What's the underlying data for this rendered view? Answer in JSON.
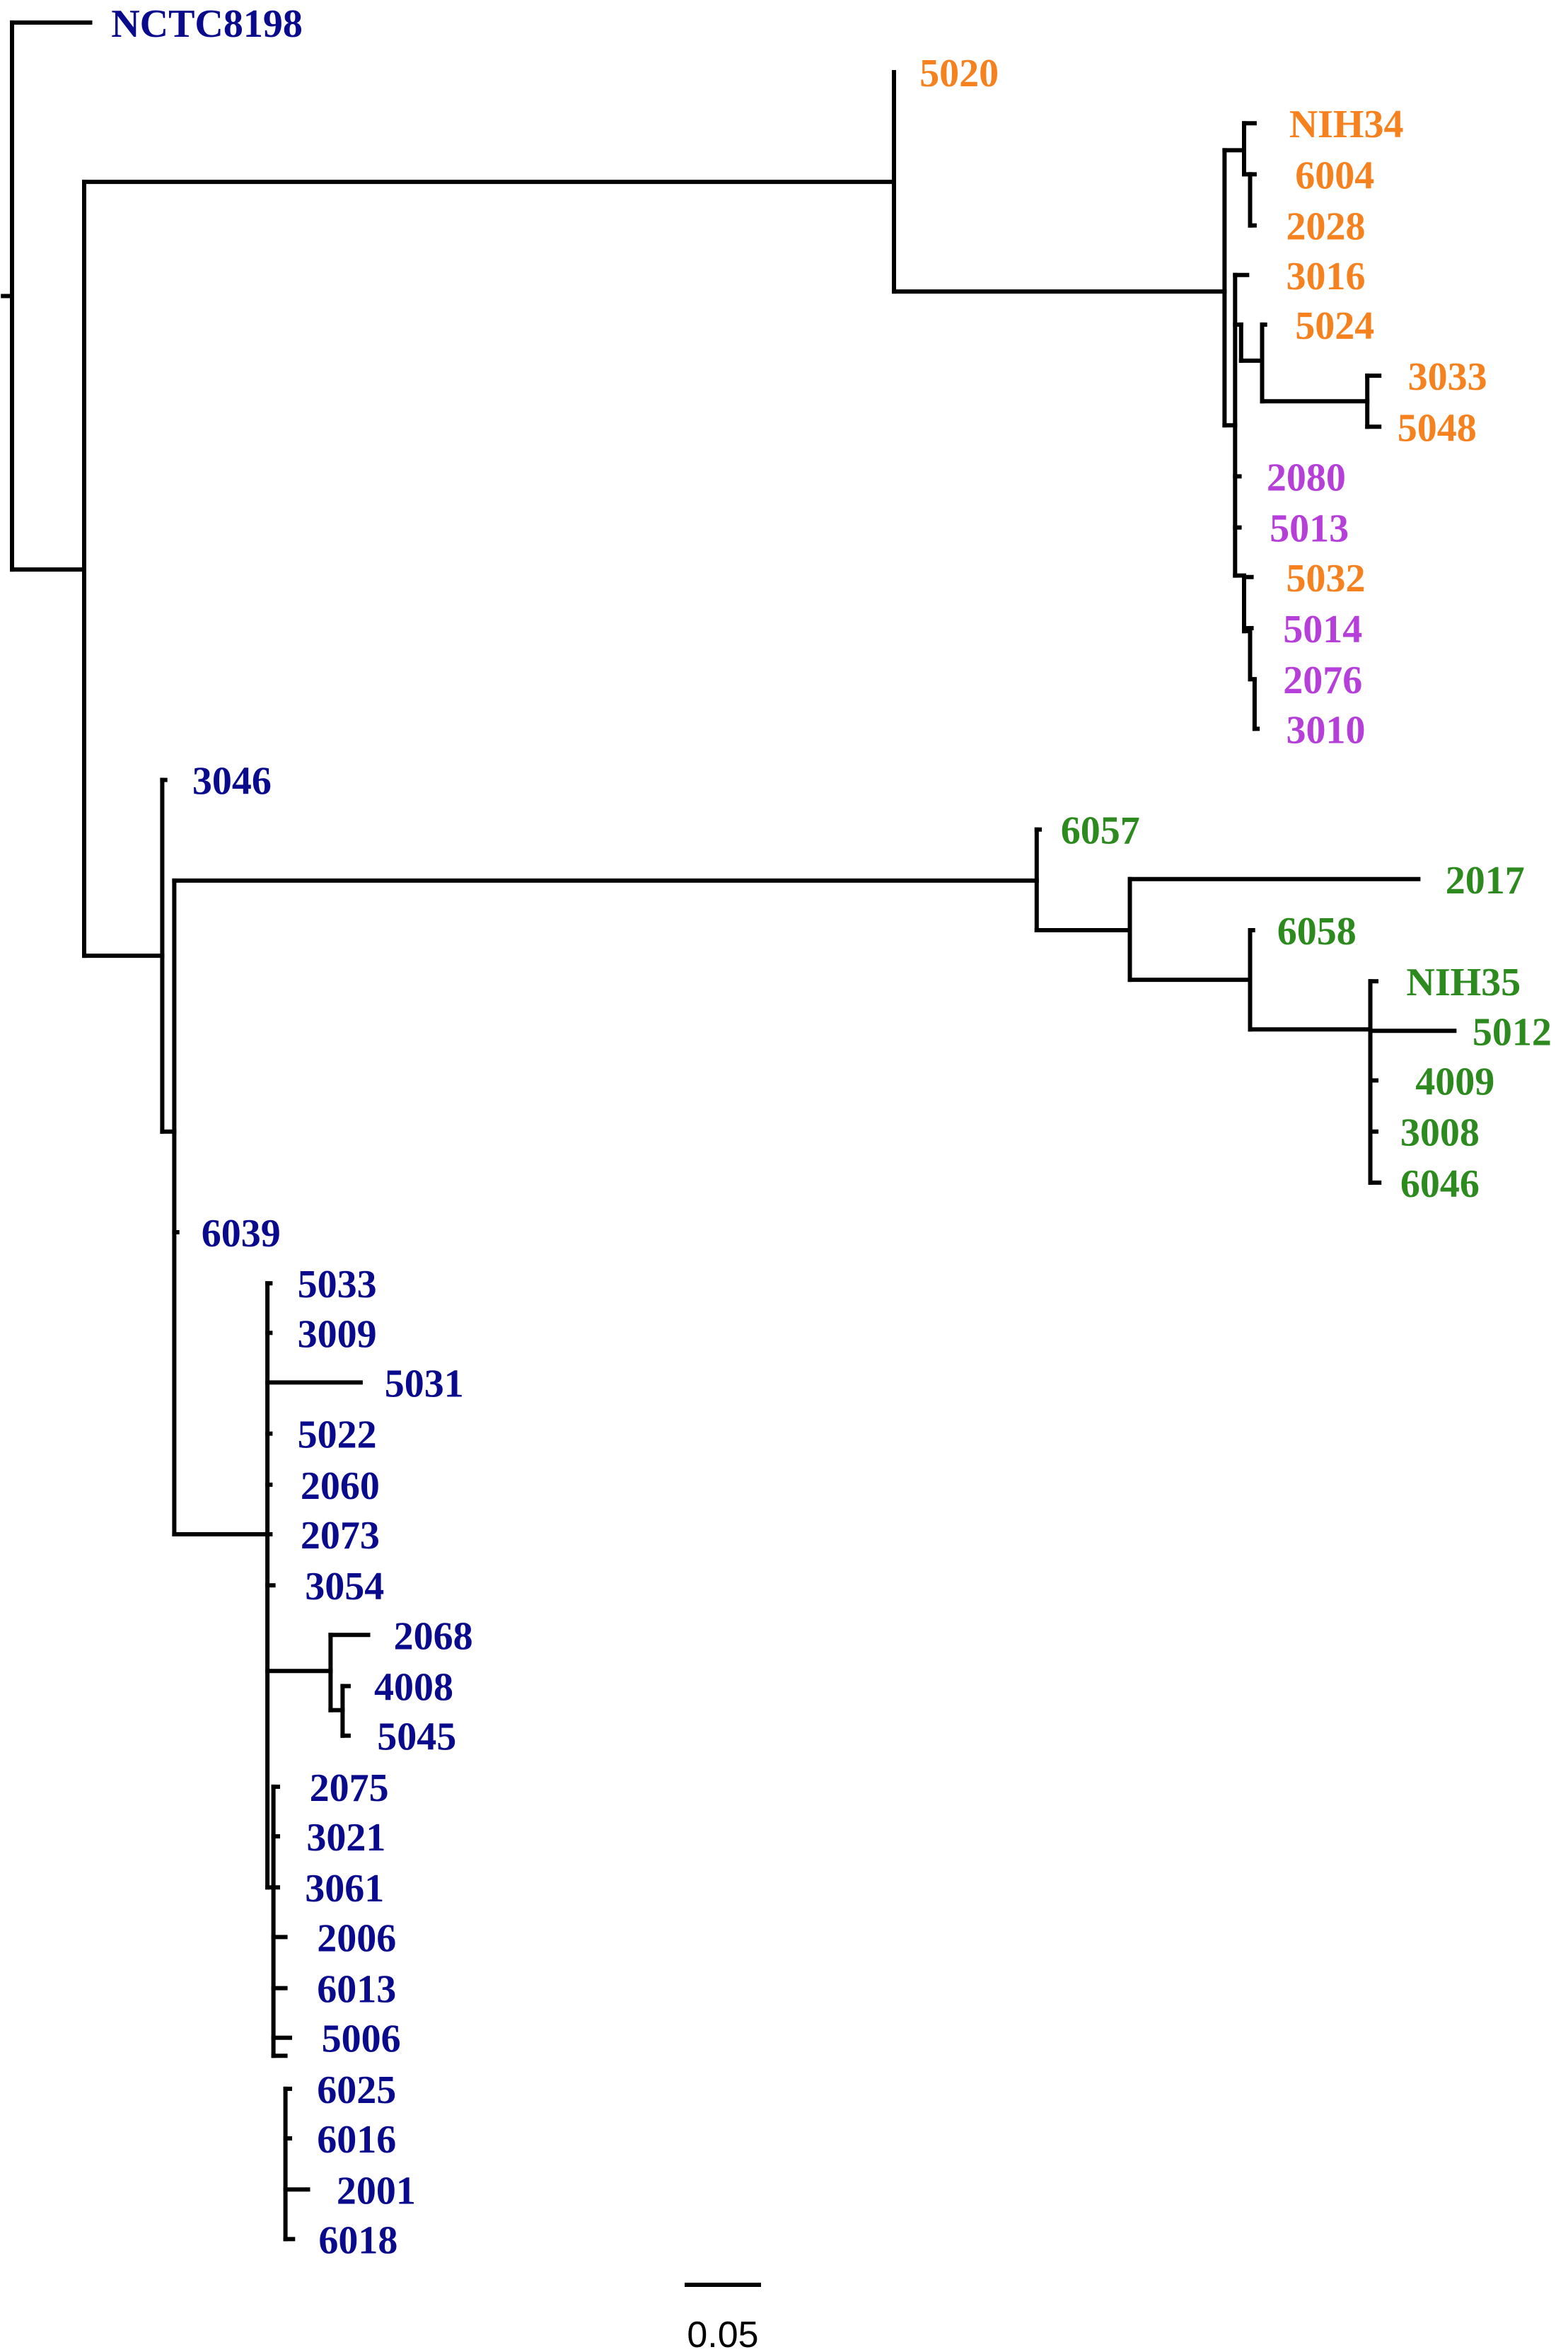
{
  "colors": {
    "outgroup_blue": "#0a0a8c",
    "orange": "#f5821f",
    "purple": "#b53fd8",
    "green": "#2d8a1f",
    "branch": "#000000"
  },
  "leaves": [
    {
      "name": "NCTC8198",
      "group": "outgroup_blue"
    },
    {
      "name": "5020",
      "group": "orange"
    },
    {
      "name": "NIH34",
      "group": "orange"
    },
    {
      "name": "6004",
      "group": "orange"
    },
    {
      "name": "2028",
      "group": "orange"
    },
    {
      "name": "3016",
      "group": "orange"
    },
    {
      "name": "5024",
      "group": "orange"
    },
    {
      "name": "3033",
      "group": "orange"
    },
    {
      "name": "5048",
      "group": "orange"
    },
    {
      "name": "2080",
      "group": "purple"
    },
    {
      "name": "5013",
      "group": "purple"
    },
    {
      "name": "5032",
      "group": "orange"
    },
    {
      "name": "5014",
      "group": "purple"
    },
    {
      "name": "2076",
      "group": "purple"
    },
    {
      "name": "3010",
      "group": "purple"
    },
    {
      "name": "3046",
      "group": "outgroup_blue"
    },
    {
      "name": "6057",
      "group": "green"
    },
    {
      "name": "2017",
      "group": "green"
    },
    {
      "name": "6058",
      "group": "green"
    },
    {
      "name": "NIH35",
      "group": "green"
    },
    {
      "name": "5012",
      "group": "green"
    },
    {
      "name": "4009",
      "group": "green"
    },
    {
      "name": "3008",
      "group": "green"
    },
    {
      "name": "6046",
      "group": "green"
    },
    {
      "name": "6039",
      "group": "outgroup_blue"
    },
    {
      "name": "5033",
      "group": "outgroup_blue"
    },
    {
      "name": "3009",
      "group": "outgroup_blue"
    },
    {
      "name": "5031",
      "group": "outgroup_blue"
    },
    {
      "name": "5022",
      "group": "outgroup_blue"
    },
    {
      "name": "2060",
      "group": "outgroup_blue"
    },
    {
      "name": "2073",
      "group": "outgroup_blue"
    },
    {
      "name": "3054",
      "group": "outgroup_blue"
    },
    {
      "name": "2068",
      "group": "outgroup_blue"
    },
    {
      "name": "4008",
      "group": "outgroup_blue"
    },
    {
      "name": "5045",
      "group": "outgroup_blue"
    },
    {
      "name": "2075",
      "group": "outgroup_blue"
    },
    {
      "name": "3021",
      "group": "outgroup_blue"
    },
    {
      "name": "3061",
      "group": "outgroup_blue"
    },
    {
      "name": "2006",
      "group": "outgroup_blue"
    },
    {
      "name": "6013",
      "group": "outgroup_blue"
    },
    {
      "name": "5006",
      "group": "outgroup_blue"
    },
    {
      "name": "6025",
      "group": "outgroup_blue"
    },
    {
      "name": "6016",
      "group": "outgroup_blue"
    },
    {
      "name": "2001",
      "group": "outgroup_blue"
    },
    {
      "name": "6018",
      "group": "outgroup_blue"
    }
  ],
  "scale_bar": {
    "label": "0.05",
    "value": 0.05
  }
}
